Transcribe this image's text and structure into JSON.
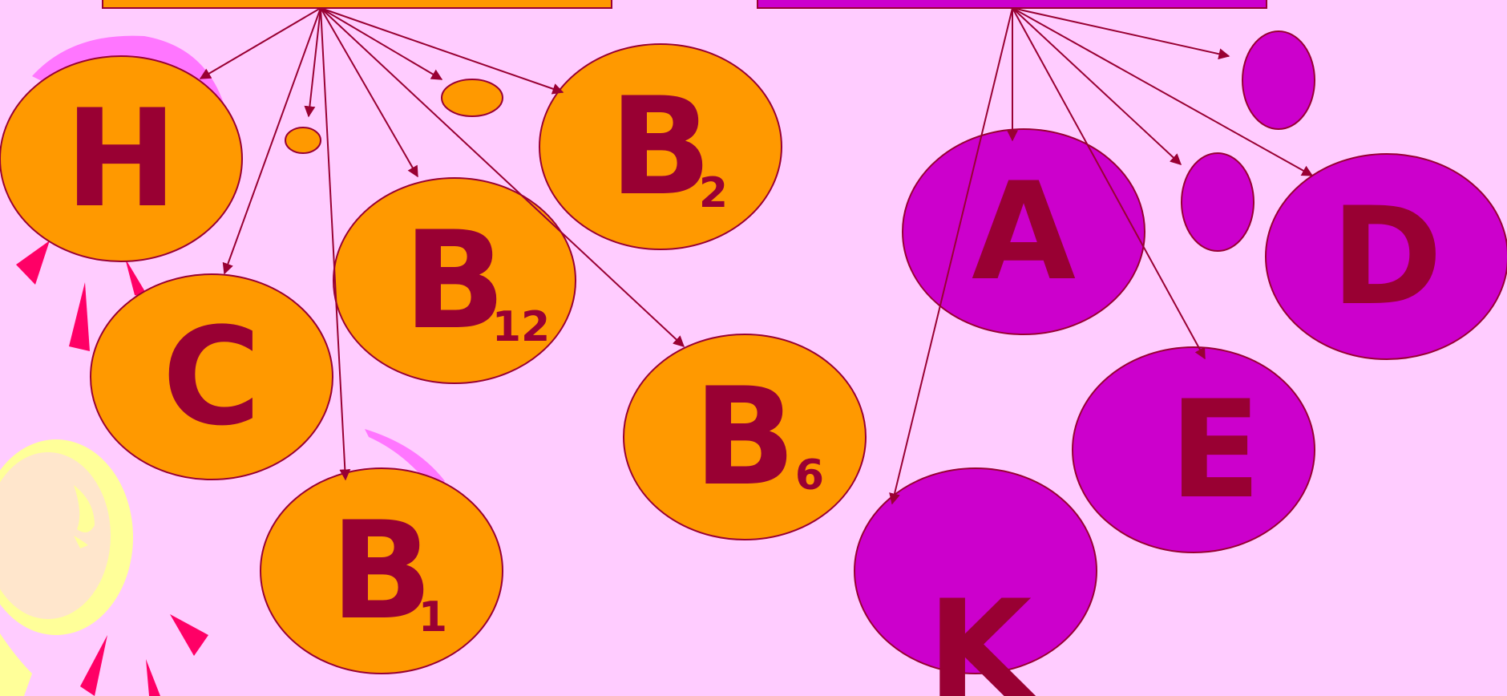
{
  "colors": {
    "background": "#ffccff",
    "orange": "#ff9900",
    "magenta": "#cc00cc",
    "text": "#990033",
    "stroke": "#990033",
    "deco_pink": "#ff66ff",
    "deco_red": "#ff0066",
    "deco_yellow": "#ffff99"
  },
  "left_group": {
    "nodes": {
      "H": {
        "letter": "H",
        "sub": ""
      },
      "C": {
        "letter": "C",
        "sub": ""
      },
      "B1": {
        "letter": "B",
        "sub": "1"
      },
      "B12": {
        "letter": "B",
        "sub": "12"
      },
      "B2": {
        "letter": "B",
        "sub": "2"
      },
      "B6": {
        "letter": "B",
        "sub": "6"
      }
    }
  },
  "right_group": {
    "nodes": {
      "A": {
        "letter": "A"
      },
      "D": {
        "letter": "D"
      },
      "E": {
        "letter": "E"
      },
      "K": {
        "letter": "K"
      }
    }
  }
}
